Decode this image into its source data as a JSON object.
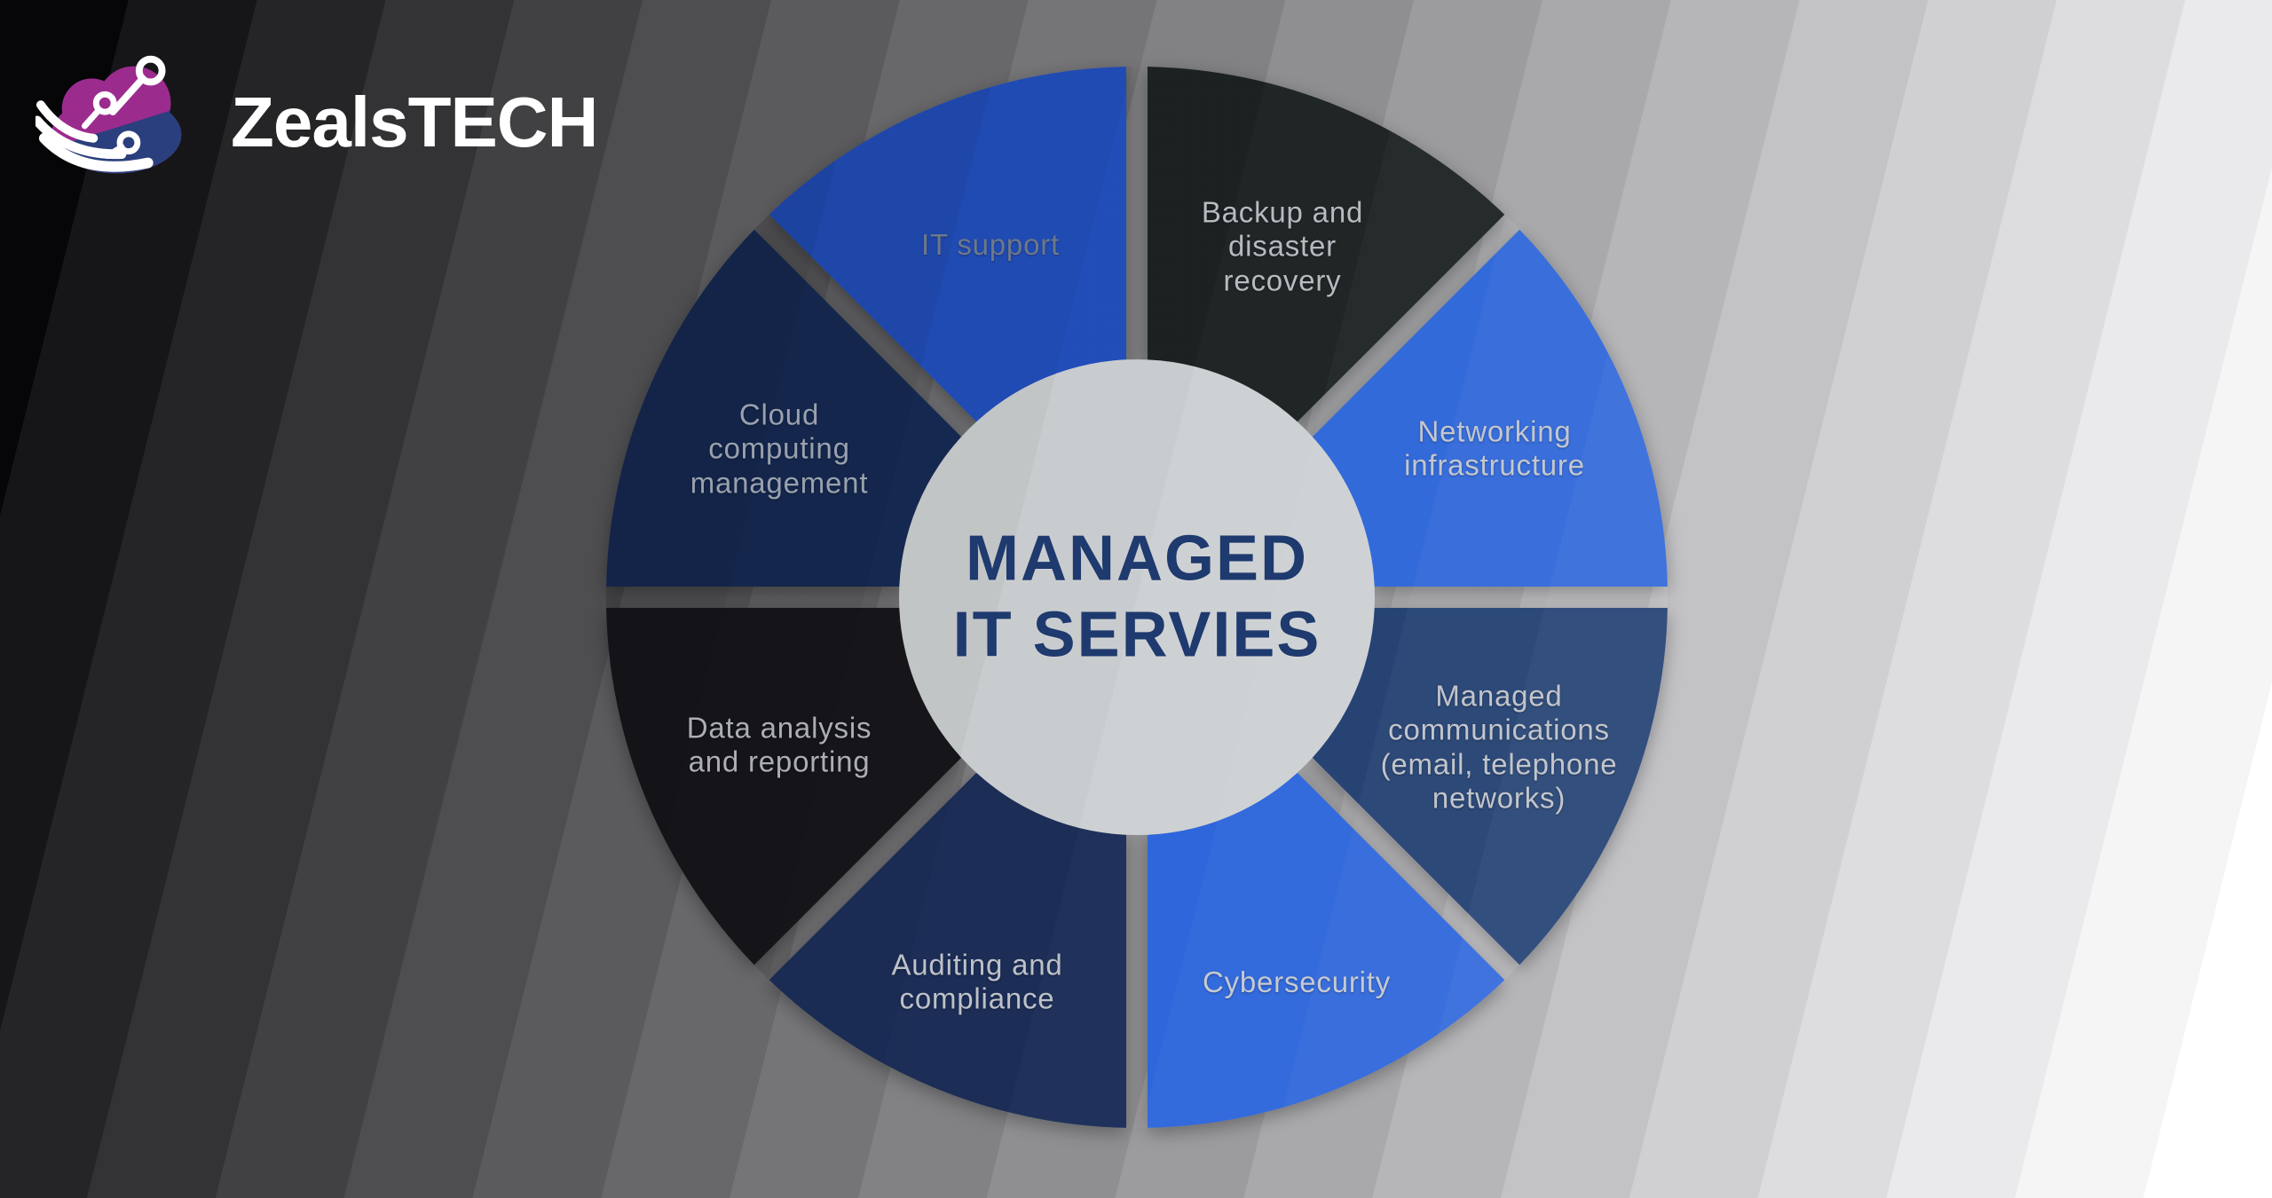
{
  "brand": {
    "name": "ZealsTECH",
    "icon": "cloud-circuit-logo",
    "cloud_top_color": "#9c2b8e",
    "cloud_bottom_color": "#2a3f7d",
    "trace_color": "#ffffff",
    "text_color": "#ffffff"
  },
  "wheel": {
    "center_title_lines": [
      "MANAGED",
      "IT SERVIES"
    ],
    "title_color": "#1e3a6e",
    "center_circle_color": "#cdd0d2",
    "segments": [
      {
        "id": "backup-disaster-recovery",
        "label": "Backup and disaster recovery",
        "lines": [
          "Backup and",
          "disaster",
          "recovery"
        ],
        "color": "#1f2024",
        "text_color": "#b7bac0",
        "start_angle": 0
      },
      {
        "id": "networking-infrastructure",
        "label": "Networking infrastructure",
        "lines": [
          "Networking",
          "infrastructure"
        ],
        "color": "#2b63d8",
        "text_color": "#c3c7ce",
        "start_angle": 45
      },
      {
        "id": "managed-communications",
        "label": "Managed communications (email, telephone networks)",
        "lines": [
          "Managed",
          "communications",
          "(email, telephone",
          "networks)"
        ],
        "color": "#1d3a6e",
        "text_color": "#c2c5cb",
        "start_angle": 90
      },
      {
        "id": "cybersecurity",
        "label": "Cybersecurity",
        "lines": [
          "Cybersecurity"
        ],
        "color": "#2c64da",
        "text_color": "#c6cad0",
        "start_angle": 135
      },
      {
        "id": "auditing-compliance",
        "label": "Auditing and compliance",
        "lines": [
          "Auditing and",
          "compliance"
        ],
        "color": "#1b2e59",
        "text_color": "#bdc1c8",
        "start_angle": 180
      },
      {
        "id": "data-analysis-reporting",
        "label": "Data analysis and reporting",
        "lines": [
          "Data analysis",
          "and reporting"
        ],
        "color": "#16171b",
        "text_color": "#abaeb4",
        "start_angle": 225
      },
      {
        "id": "cloud-computing-management",
        "label": "Cloud computing management",
        "lines": [
          "Cloud",
          "computing",
          "management"
        ],
        "color": "#152c55",
        "text_color": "#99a1ad",
        "start_angle": 270
      },
      {
        "id": "it-support",
        "label": "IT support",
        "lines": [
          "IT support"
        ],
        "color": "#2150bd",
        "text_color": "#6d7889",
        "start_angle": 315
      }
    ]
  },
  "background": {
    "stripe_angle_deg": 104,
    "stripe_colors": [
      "#060608",
      "#161618",
      "#252527",
      "#333336",
      "#414144",
      "#4e4e51",
      "#5b5b5e",
      "#68686b",
      "#757578",
      "#828285",
      "#8f8f92",
      "#9c9c9f",
      "#a9a9ac",
      "#b6b6b9",
      "#c3c3c6",
      "#d0d0d3",
      "#dddde0",
      "#eaeaec",
      "#f5f5f6",
      "#ffffff"
    ]
  },
  "chart_data": {
    "type": "pie",
    "title": "MANAGED IT SERVIES",
    "categories": [
      "Backup and disaster recovery",
      "Networking infrastructure",
      "Managed communications (email, telephone networks)",
      "Cybersecurity",
      "Auditing and compliance",
      "Data analysis and reporting",
      "Cloud computing management",
      "IT support"
    ],
    "values": [
      1,
      1,
      1,
      1,
      1,
      1,
      1,
      1
    ],
    "note": "Ring diagram of 8 equal 45-degree segments around a central hub label"
  }
}
